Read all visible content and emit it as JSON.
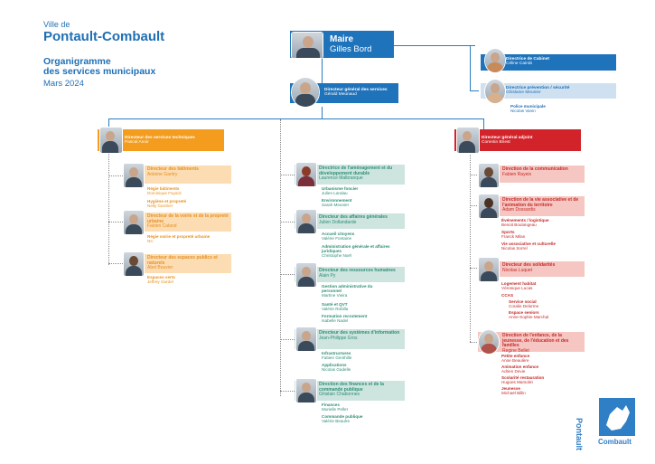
{
  "header": {
    "ville": "Ville de",
    "city": "Pontault-Combault",
    "title_line1": "Organigramme",
    "title_line2": "des services municipaux",
    "date": "Mars 2024"
  },
  "maire": {
    "title": "Maire",
    "name": "Gilles Bord"
  },
  "cabinet": {
    "title": "Directrice de Cabinet",
    "name": "Céline Cairob"
  },
  "prevention": {
    "title": "Directrice prévention / sécurité",
    "name": "Ghislaine Meunier"
  },
  "police": {
    "title": "Police municipale",
    "name": "Nicolas Vanin"
  },
  "dgs": {
    "title": "Directeur général des services",
    "name": "Gérald Meunaud"
  },
  "dst": {
    "title": "Directeur des services techniques",
    "name": "Pascal Anoir"
  },
  "dga": {
    "title": "Directeur général adjoint",
    "name": "Corentin Briest"
  },
  "left": {
    "batiments": {
      "title": "Directeur des bâtiments",
      "name": "Antoine Gantry"
    },
    "regie_bat": {
      "title": "Régie bâtiments",
      "name": "Dominique Fayard"
    },
    "hygiene": {
      "title": "Hygiène et propreté",
      "name": "Nelly Gardner"
    },
    "voirie": {
      "title": "Directeur de la voirie et de la propreté urbaine",
      "name": "Fabien Caland"
    },
    "regie_voirie": {
      "title": "Régie voirie et propreté urbaine",
      "name": "NC"
    },
    "espaces": {
      "title": "Directeur des espaces publics et naturels",
      "name": "Abel Bouvier"
    },
    "espaces_verts": {
      "title": "Espaces verts",
      "name": "Jeffrey Gardel"
    }
  },
  "middle": {
    "amenagement": {
      "title": "Directrice de l'aménagement et du développement durable",
      "name": "Laurence Malbranque"
    },
    "urbanisme": {
      "title": "Urbanisme foncier",
      "name": "Julien Landau"
    },
    "environnement": {
      "title": "Environnement",
      "name": "Sarah Meunier"
    },
    "affaires": {
      "title": "Directeur des affaires générales",
      "name": "Julien Dollandarde"
    },
    "accueil": {
      "title": "Accueil citoyens",
      "name": "Valérie Fontaine"
    },
    "admin": {
      "title": "Administration générale et affaires juridiques",
      "name": "Christophe Noël"
    },
    "rh": {
      "title": "Directeur des ressources humaines",
      "name": "Alain Py"
    },
    "gestion": {
      "title": "Gestion administrative du personnel",
      "name": "Martine Vieira"
    },
    "sante": {
      "title": "Santé et QVT",
      "name": "Valérie Robilla"
    },
    "formation": {
      "title": "Formation recrutement",
      "name": "Isabelle Nadel"
    },
    "si": {
      "title": "Directeur des systèmes d'information",
      "name": "Jean-Philippe Gros"
    },
    "infra": {
      "title": "Infrastructures",
      "name": "Fabien Genthille"
    },
    "applis": {
      "title": "Applications",
      "name": "Nicolas Gadelle"
    },
    "finances_dir": {
      "title": "Direction des finances et de la commande publique",
      "name": "Ghislain Chabonnes"
    },
    "finances": {
      "title": "Finances",
      "name": "Murielle Pellet"
    },
    "commande": {
      "title": "Commande publique",
      "name": "Valérie Beaulre"
    }
  },
  "right": {
    "communication": {
      "title": "Direction de la communication",
      "name": "Fabien Rayeis"
    },
    "vie_asso": {
      "title": "Direction de la vie associative et de l'animation du territoire",
      "name": "Adam Dossardis"
    },
    "evenements": {
      "title": "Événements / logistique",
      "name": "Benoit Boulangeau"
    },
    "sports": {
      "title": "Sports",
      "name": "Franck Milan"
    },
    "vie_culturelle": {
      "title": "Vie associative et culturelle",
      "name": "Nicolas Sorrel"
    },
    "solidarites": {
      "title": "Directeur des solidarités",
      "name": "Nicolas Luquet"
    },
    "logement": {
      "title": "Logement habitat",
      "name": "Véronique Lucas"
    },
    "ccas": {
      "title": "CCAS",
      "name": ""
    },
    "service_social": {
      "title": "Service social",
      "name": "Coralie Delorme"
    },
    "espace_seniors": {
      "title": "Espace seniors",
      "name": "Anne-Sophie Marchal"
    },
    "enfance": {
      "title": "Direction de l'enfance, de la jeunesse, de l'éducation et des familles",
      "name": "Regine Bellet"
    },
    "petite_enfance": {
      "title": "Petite enfance",
      "name": "Anne Beaulère"
    },
    "animation": {
      "title": "Animation enfance",
      "name": "Adrien Devie"
    },
    "scolarite": {
      "title": "Scolarité restauration",
      "name": "Hugues Marsolet"
    },
    "jeunesse": {
      "title": "Jeunesse",
      "name": "Michaël Billin"
    }
  },
  "logo": {
    "line1": "Pontault",
    "line2": "Combault"
  },
  "colors": {
    "blue": "#1f6fb5",
    "orange": "#f39c1e",
    "red": "#d2232a",
    "green": "#5fb49c"
  }
}
